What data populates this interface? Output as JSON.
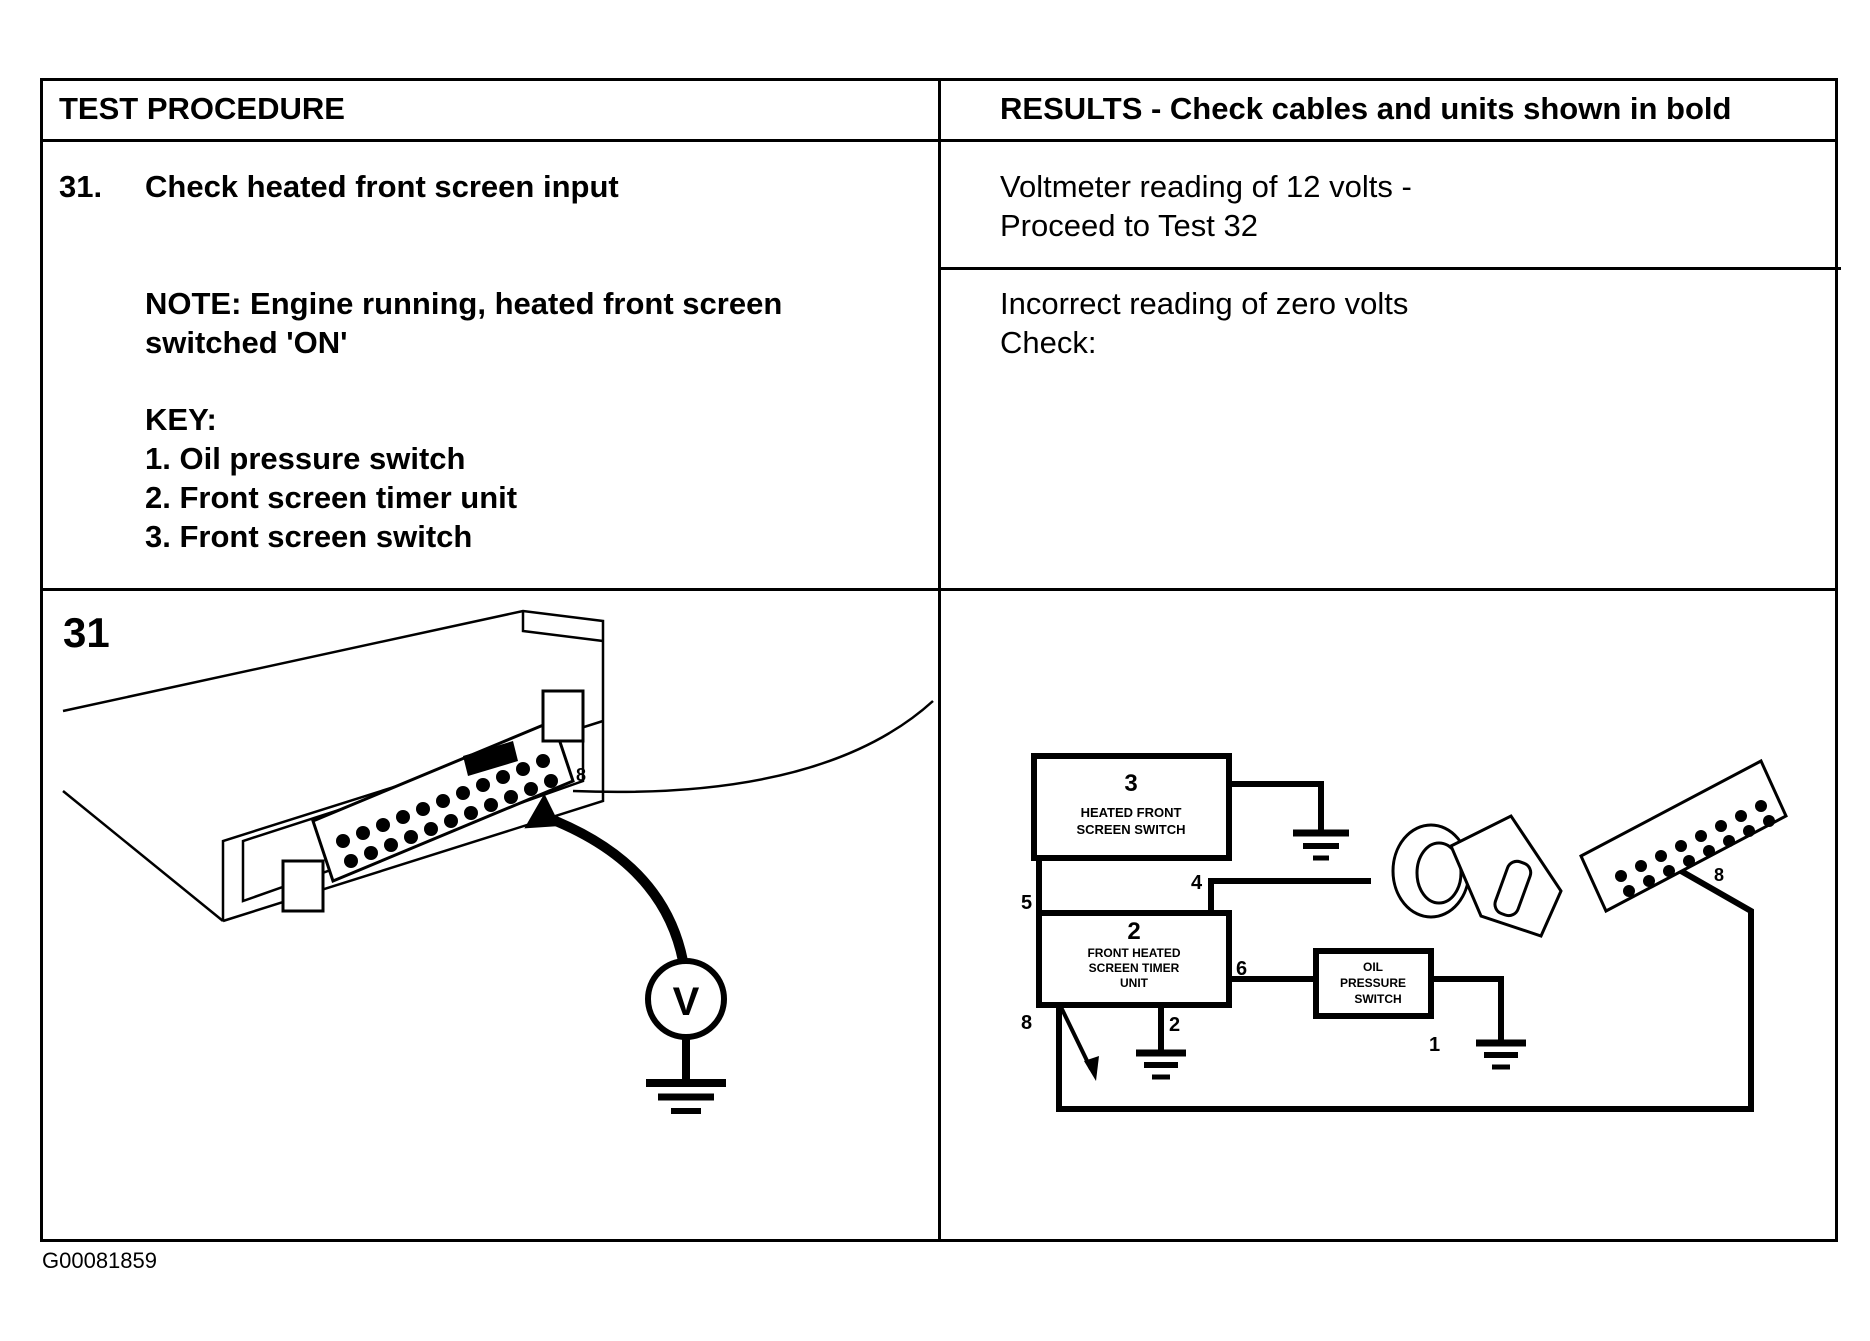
{
  "header": {
    "left_title": "TEST PROCEDURE",
    "right_title": "RESULTS - Check cables and units shown in bold"
  },
  "procedure": {
    "step_number": "31.",
    "step_title": "Check heated front screen input",
    "note_line1": "NOTE: Engine running, heated front screen",
    "note_line2": "switched 'ON'",
    "key_title": "KEY:",
    "key_items": [
      "1. Oil pressure switch",
      "2. Front screen timer unit",
      "3. Front screen switch"
    ]
  },
  "results": {
    "ok_line1": "Voltmeter reading of 12 volts -",
    "ok_line2": "Proceed to Test 32",
    "fail_line1": "Incorrect reading of zero volts",
    "fail_line2": "Check:"
  },
  "figure_left": {
    "figure_number": "31",
    "pin_label": "8",
    "meter_symbol": "V"
  },
  "figure_right": {
    "switch_box": {
      "number": "3",
      "line1": "HEATED FRONT",
      "line2": "SCREEN SWITCH"
    },
    "timer_box": {
      "number": "2",
      "line1": "FRONT HEATED",
      "line2": "SCREEN TIMER",
      "line3": "UNIT"
    },
    "oil_box": {
      "line1": "OIL",
      "line2": "PRESSURE",
      "line3": "SWITCH"
    },
    "pins": {
      "p5": "5",
      "p4": "4",
      "p6": "6",
      "p2": "2",
      "p8": "8",
      "p1": "1",
      "conn8": "8"
    }
  },
  "figure_id": "G00081859"
}
